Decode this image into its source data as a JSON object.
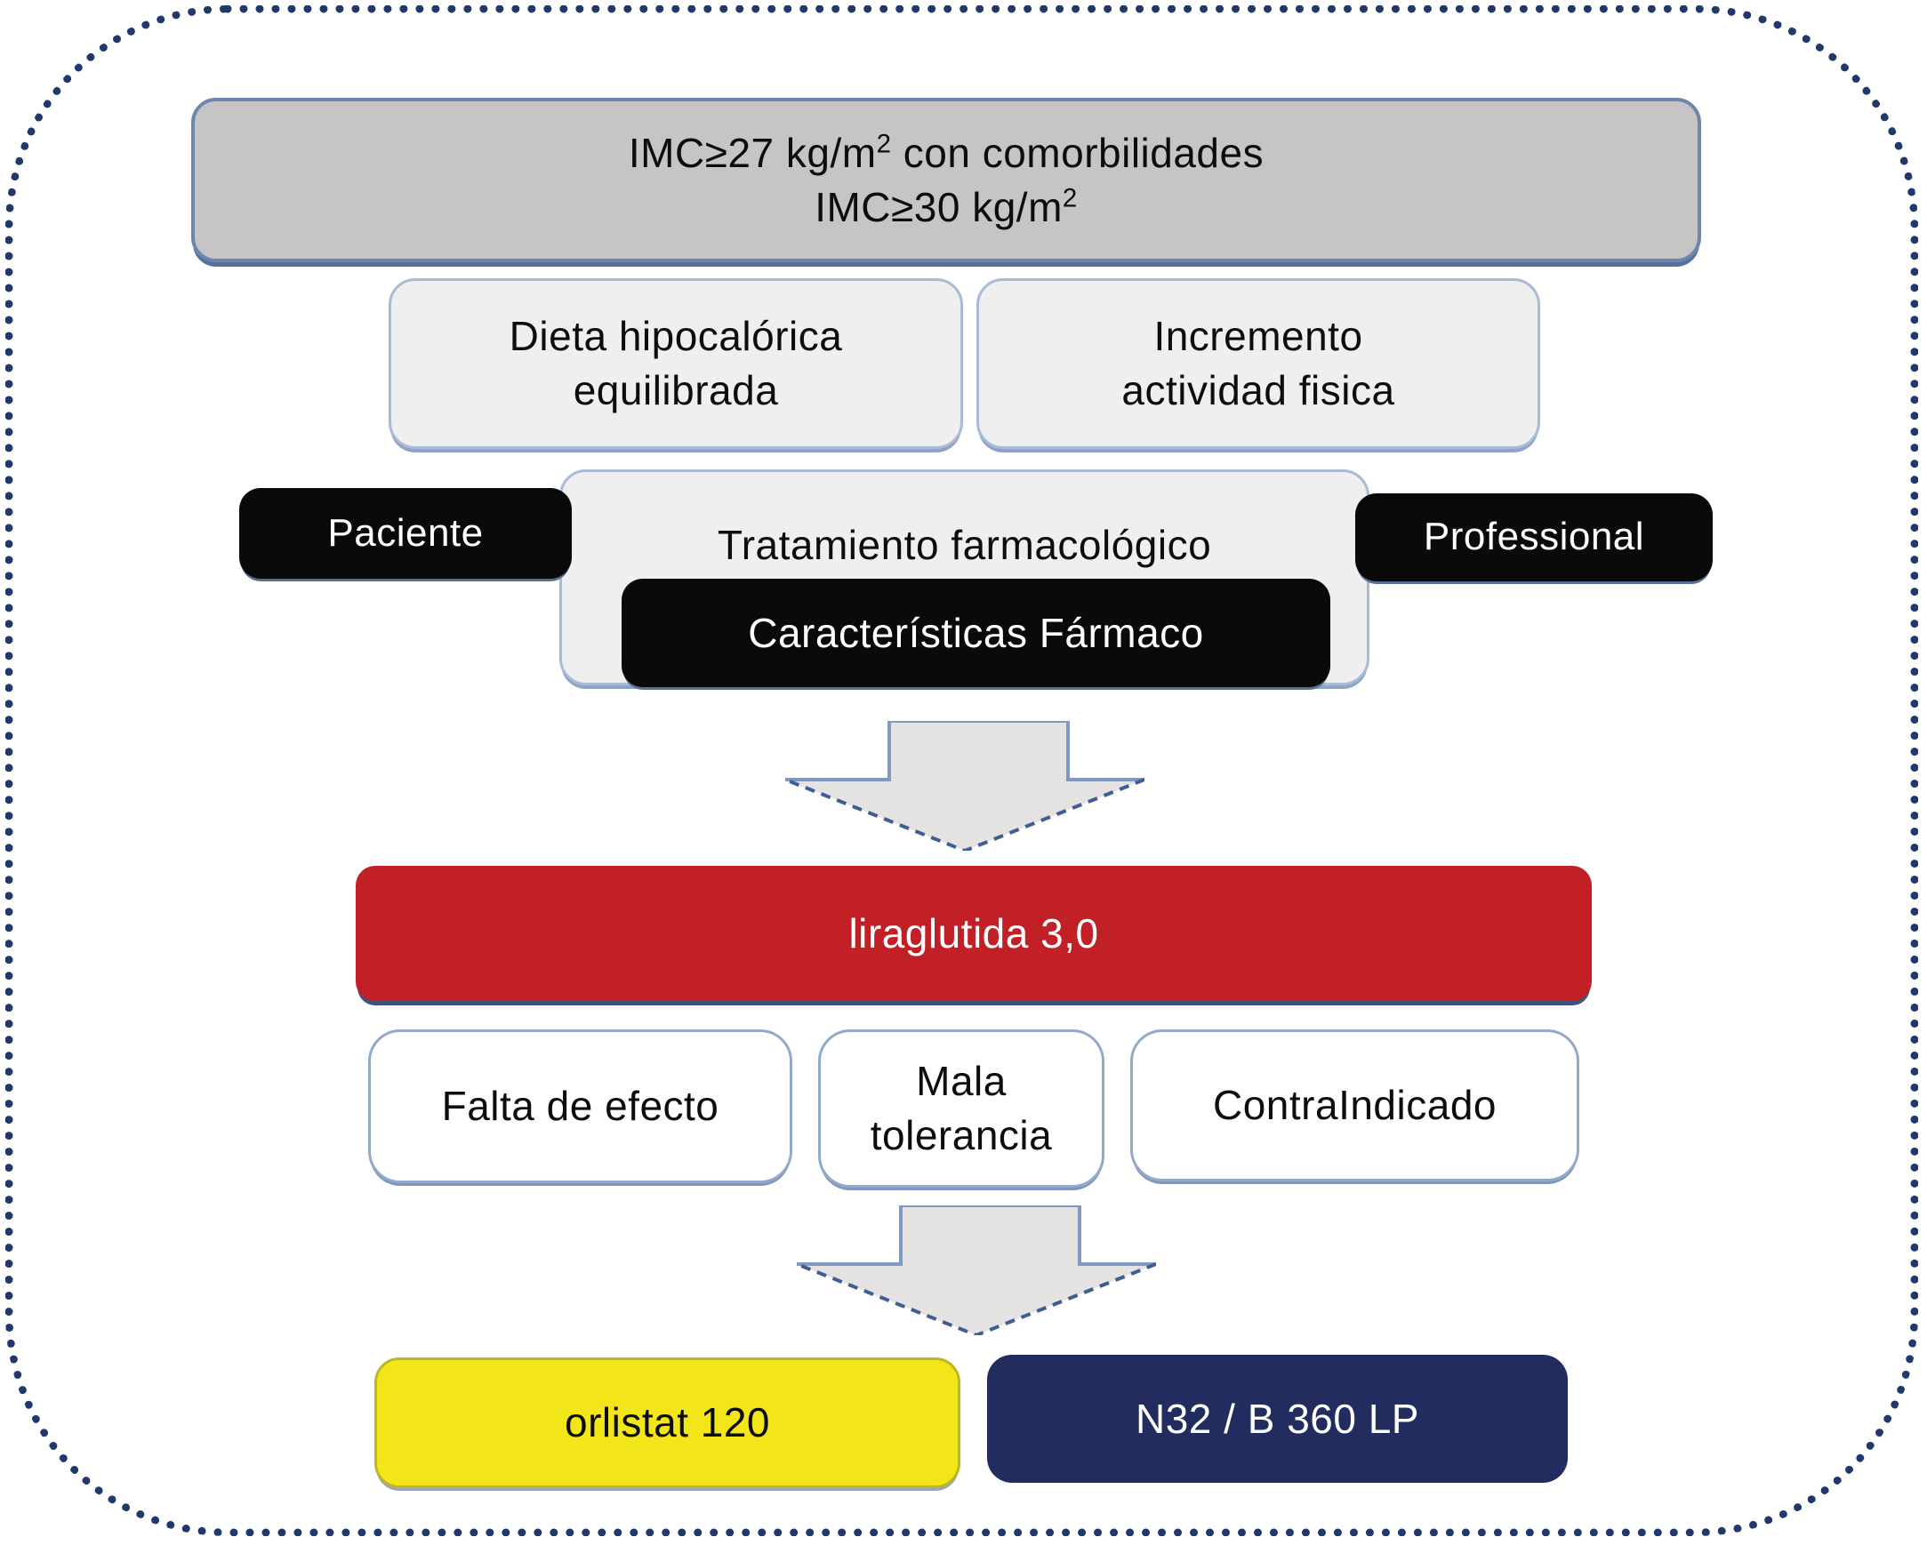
{
  "colors": {
    "border_dots": "#20386b",
    "top_box_gray": "#c6c4c4",
    "light_box_gray": "#efefef",
    "tag_black": "#0a0a0a",
    "liraglutide_red": "#c02026",
    "orlistat_yellow": "#f2e51a",
    "option_navy": "#232c5e"
  },
  "flowchart": {
    "bmi_box": {
      "line1_base": "IMC≥27 kg/m",
      "line1_sup": "2",
      "line1_suffix": " con comorbilidades",
      "line2_base": "IMC≥30 kg/m",
      "line2_sup": "2"
    },
    "diet_box": {
      "line1": "Dieta hipocalórica",
      "line2": "equilibrada"
    },
    "activity_box": {
      "line1": "Incremento",
      "line2": "actividad fisica"
    },
    "patient_tag": "Paciente",
    "treatment_box": "Tratamiento farmacológico",
    "professional_tag": "Professional",
    "drug_characteristics_tag": "Características Fármaco",
    "liraglutide_box": "liraglutida 3,0",
    "no_effect_box": "Falta de efecto",
    "tolerance_box": {
      "line1": "Mala",
      "line2": "tolerancia"
    },
    "contraindicated_box": "ContraIndicado",
    "orlistat_box": "orlistat 120",
    "nb360_box": "N32 / B 360 LP"
  }
}
